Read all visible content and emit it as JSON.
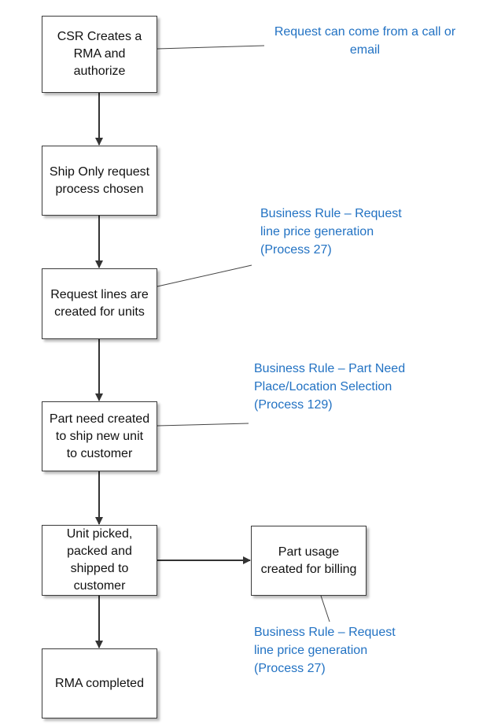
{
  "colors": {
    "box_border": "#3a3a3a",
    "box_fill": "#ffffff",
    "box_text": "#111111",
    "annotation_text": "#2272c3",
    "connector": "#333333",
    "annotation_line": "#444444"
  },
  "boxes": [
    {
      "id": "b1",
      "lines": [
        "CSR Creates a",
        "RMA and",
        "authorize"
      ]
    },
    {
      "id": "b2",
      "lines": [
        "Ship Only request",
        "process chosen"
      ]
    },
    {
      "id": "b3",
      "lines": [
        "Request lines are",
        "created for units"
      ]
    },
    {
      "id": "b4",
      "lines": [
        "Part need created",
        "to ship new unit",
        "to customer"
      ]
    },
    {
      "id": "b5",
      "lines": [
        "Unit picked,",
        "packed and",
        "shipped  to",
        "customer"
      ]
    },
    {
      "id": "b6",
      "lines": [
        "RMA completed"
      ]
    },
    {
      "id": "b7",
      "lines": [
        "Part usage",
        "created for billing"
      ]
    }
  ],
  "annotations": [
    {
      "id": "a1",
      "lines": [
        "Request can come from a call or",
        "email"
      ]
    },
    {
      "id": "a2",
      "lines": [
        "Business Rule – Request",
        "line price generation",
        "(Process 27)"
      ]
    },
    {
      "id": "a3",
      "lines": [
        "Business Rule – Part Need",
        "Place/Location Selection",
        "(Process 129)"
      ]
    },
    {
      "id": "a4",
      "lines": [
        "Business Rule – Request",
        "line price generation",
        "(Process 27)"
      ]
    }
  ]
}
